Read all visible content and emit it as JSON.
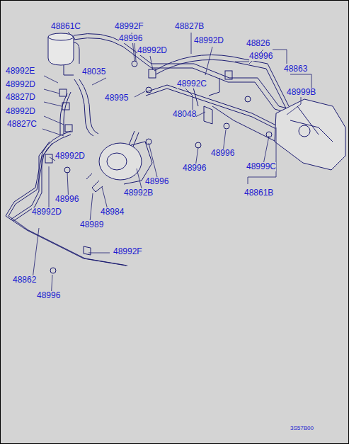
{
  "diagram": {
    "labels": [
      "48861C",
      "48992F",
      "48827B",
      "48996",
      "48992D",
      "48992D",
      "48826",
      "48996",
      "48863",
      "48992E",
      "48035",
      "48992D",
      "48992C",
      "48999B",
      "48827D",
      "48995",
      "48992D",
      "48048",
      "48827C",
      "48996",
      "48992D",
      "48996",
      "48999C",
      "48996",
      "48992B",
      "48996",
      "48861B",
      "48992D",
      "48984",
      "48989",
      "48992F",
      "48862",
      "48996",
      "3S57B00"
    ]
  }
}
